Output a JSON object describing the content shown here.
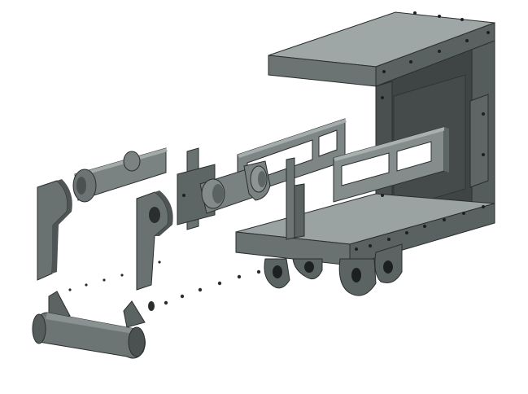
{
  "diagram": {
    "kind": "exploded-assembly",
    "palette": {
      "background": "#ffffff",
      "face_light": "#9ca4a4",
      "face_mid": "#767d7d",
      "face_dark": "#4b5151",
      "face_deep": "#3b4040",
      "edge": "#2a2e2e",
      "hole": "#1c2020"
    },
    "parts": [
      {
        "id": "u-channel-housing",
        "label": ""
      },
      {
        "id": "slotted-link-bar-rear",
        "label": ""
      },
      {
        "id": "slotted-link-bar-front",
        "label": ""
      },
      {
        "id": "clevis-lugs",
        "label": ""
      },
      {
        "id": "yoke-with-roller",
        "label": ""
      },
      {
        "id": "rocker-arm",
        "label": ""
      },
      {
        "id": "pivot-plate-left",
        "label": ""
      },
      {
        "id": "pivot-plate-middle",
        "label": ""
      },
      {
        "id": "small-tab",
        "label": ""
      },
      {
        "id": "pin-shaft",
        "label": ""
      },
      {
        "id": "explode-path-dots",
        "label": ""
      }
    ]
  }
}
